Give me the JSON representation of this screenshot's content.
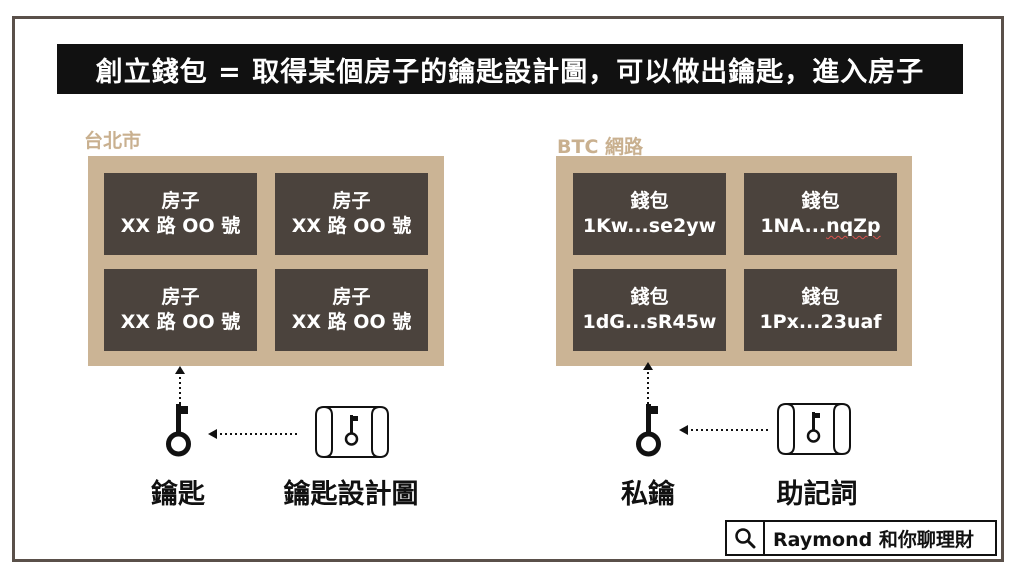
{
  "title": "創立錢包 = 取得某個房子的鑰匙設計圖，可以做出鑰匙，進入房子",
  "left": {
    "label": "台北市",
    "cells": [
      {
        "line1": "房子",
        "line2": "XX 路 OO 號"
      },
      {
        "line1": "房子",
        "line2": "XX 路 OO 號"
      },
      {
        "line1": "房子",
        "line2": "XX 路 OO 號"
      },
      {
        "line1": "房子",
        "line2": "XX 路 OO 號"
      }
    ],
    "key_caption": "鑰匙",
    "blueprint_caption": "鑰匙設計圖",
    "key_icon": "key-icon",
    "blueprint_icon": "blueprint-scroll-icon"
  },
  "right": {
    "label": "BTC 網路",
    "cells": [
      {
        "line1": "錢包",
        "line2": "1Kw...se2yw"
      },
      {
        "line1": "錢包",
        "line2": "1NA...nqZp"
      },
      {
        "line1": "錢包",
        "line2": "1dG...sR45w"
      },
      {
        "line1": "錢包",
        "line2": "1Px...23uaf"
      }
    ],
    "key_caption": "私鑰",
    "blueprint_caption": "助記詞",
    "key_icon": "key-icon",
    "blueprint_icon": "blueprint-scroll-icon"
  },
  "search": {
    "text": "Raymond 和你聊理財",
    "icon": "search-icon"
  },
  "colors": {
    "panel": "#cbb495",
    "cell": "#4b433d",
    "label": "#c9b08f",
    "title_bg": "#111111"
  }
}
